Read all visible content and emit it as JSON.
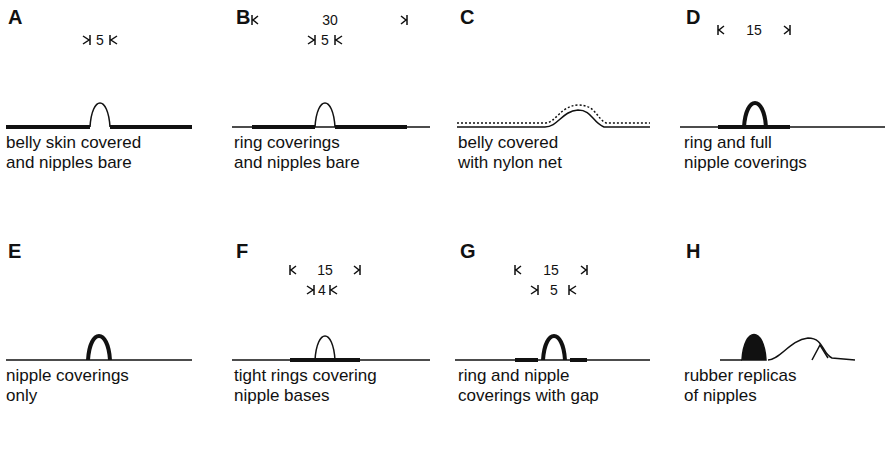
{
  "diagram": {
    "labels": [
      "A",
      "5",
      "belly skin covered and nipples bare",
      "B",
      "30",
      "5",
      "ring coverings and nipples bare",
      "C",
      "belly covered with nylon net",
      "D",
      "15",
      "ring and full nipple coverings",
      "E",
      "nipple coverings only",
      "F",
      "15",
      "4",
      "tight rings covering nipple bases",
      "G",
      "15",
      "5",
      "ring and nipple coverings with gap",
      "H",
      "rubber replicas of nipples"
    ]
  }
}
